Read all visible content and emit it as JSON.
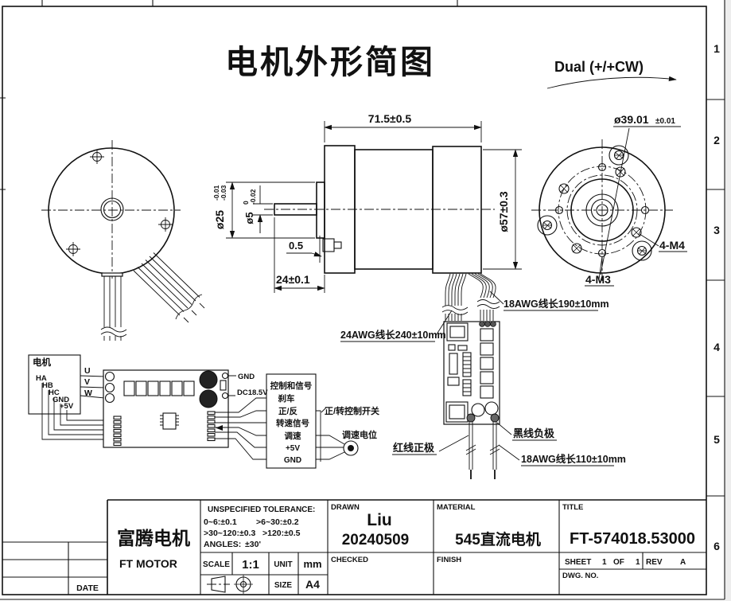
{
  "colors": {
    "ink": "#111111",
    "paper": "#ffffff"
  },
  "frame": {
    "zones": [
      "1",
      "2",
      "3",
      "4",
      "5",
      "6"
    ]
  },
  "header": {
    "title": "电机外形简图",
    "rotation_label": "Dual (+/+CW)"
  },
  "dimensions": {
    "length": "71.5±0.5",
    "bolt_circle_dia": "ø39.01",
    "bolt_circle_tol": "±0.01",
    "boss_dia": "ø25",
    "boss_tol_upper": "-0.01",
    "boss_tol_lower": "-0.03",
    "shaft_dia": "ø5",
    "shaft_tol_upper": "0",
    "shaft_tol_lower": "-0.02",
    "body_dia": "ø57±0.3",
    "step": "0.5",
    "shaft_length": "24±0.1",
    "front_screws": "4-M4",
    "rear_screws": "4-M3"
  },
  "wires": {
    "awg24_length": "24AWG线长240±10mm",
    "awg18_motor": "18AWG线长190±10mm",
    "awg18_power": "18AWG线长110±10mm",
    "red_positive": "红线正极",
    "black_negative": "黑线负极"
  },
  "schematic": {
    "motor_label": "电机",
    "hall_pins": [
      "HA",
      "HB",
      "HC",
      "GND",
      "+5V"
    ],
    "phase_pins": [
      "U",
      "V",
      "W"
    ],
    "gnd_label": "GND",
    "power_label": "DC18.5V",
    "control_header": "控制和信号",
    "control_pins": [
      "刹车",
      "正/反",
      "转速信号",
      "调速",
      "+5V",
      "GND"
    ],
    "switch_label": "正/转控制开关",
    "pot_label": "调速电位"
  },
  "title_block": {
    "company_cn": "富腾电机",
    "company_en": "FT MOTOR",
    "tol_header": "UNSPECIFIED TOLERANCE:",
    "tol_1a": "0~6:±0.1",
    "tol_1b": ">6~30:±0.2",
    "tol_2a": ">30~120:±0.3",
    "tol_2b": ">120:±0.5",
    "angles_label": "ANGLES:",
    "angles_value": "±30'",
    "scale_label": "SCALE",
    "scale_value": "1:1",
    "unit_label": "UNIT",
    "unit_value": "mm",
    "size_label": "SIZE",
    "size_value": "A4",
    "drawn_label": "DRAWN",
    "drawn_name": "Liu",
    "drawn_date": "20240509",
    "checked_label": "CHECKED",
    "material_label": "MATERIAL",
    "material_value": "545直流电机",
    "finish_label": "FINISH",
    "title_label": "TITLE",
    "title_value": "FT-574018.53000",
    "sheet_label": "SHEET",
    "sheet_num": "1",
    "of_label": "OF",
    "of_num": "1",
    "rev_label": "REV",
    "rev_value": "A",
    "dwg_label": "DWG. NO.",
    "date_label": "DATE"
  }
}
